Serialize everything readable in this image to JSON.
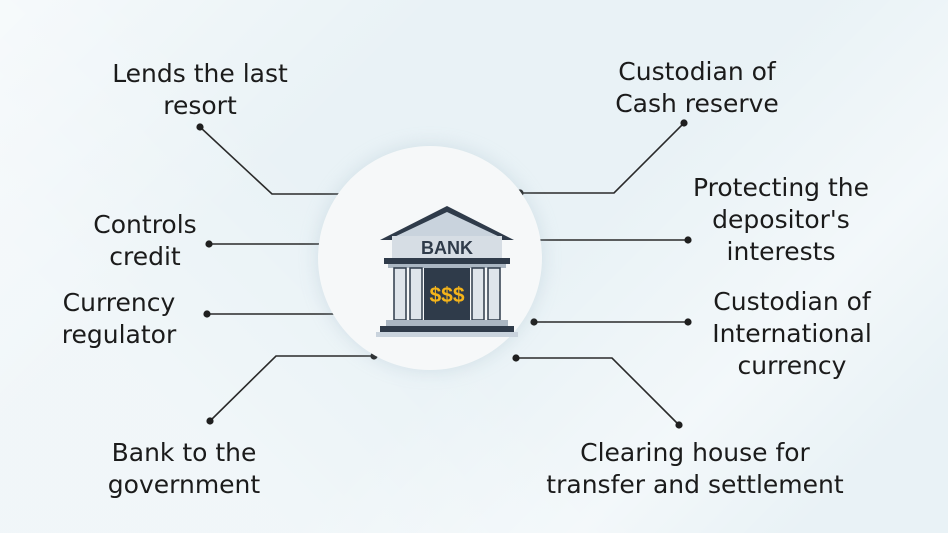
{
  "hub": {
    "icon": "bank-building-icon",
    "sign_text": "BANK",
    "money_text": "$$$"
  },
  "functions": {
    "lender_of_last_resort": {
      "line1": "Lends the last",
      "line2": "resort"
    },
    "controls_credit": {
      "line1": "Controls",
      "line2": "credit"
    },
    "currency_regulator": {
      "line1": "Currency",
      "line2": "regulator"
    },
    "bank_to_government": {
      "line1": "Bank to the",
      "line2": "government"
    },
    "custodian_cash_reserve": {
      "line1": "Custodian of",
      "line2": "Cash reserve"
    },
    "protecting_depositors": {
      "line1": "Protecting the",
      "line2": "depositor's",
      "line3": "interests"
    },
    "custodian_international_currency": {
      "line1": "Custodian of",
      "line2": "International",
      "line3": "currency"
    },
    "clearing_house": {
      "line1": "Clearing house for",
      "line2": "transfer and settlement"
    }
  },
  "colors": {
    "background": "#e9f2f6",
    "text": "#1b1b1b",
    "connector": "#2a2a2a",
    "bank_roof": "#c8d2dc",
    "bank_dark": "#2f3b4a",
    "money": "#f5b41a"
  }
}
